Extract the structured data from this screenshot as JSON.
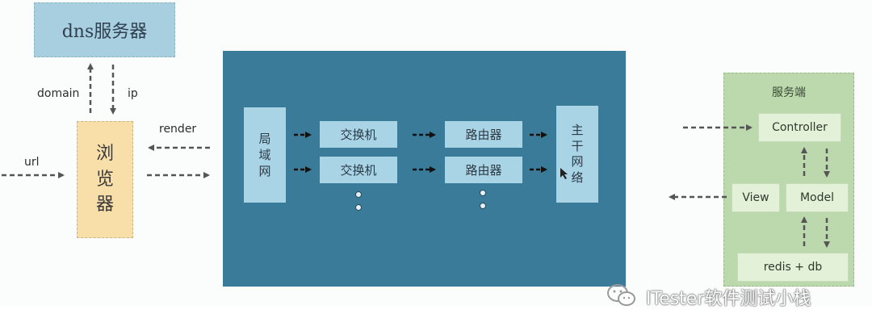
{
  "dns": {
    "label": "dns服务器"
  },
  "browser": {
    "chars": [
      "浏",
      "览",
      "器"
    ]
  },
  "labels": {
    "domain": "domain",
    "ip": "ip",
    "url": "url",
    "render": "render"
  },
  "network": {
    "lan_chars": [
      "局",
      "域",
      "网"
    ],
    "switch_label": "交换机",
    "router_label": "路由器",
    "backbone_chars": [
      "主",
      "干",
      "网",
      "络"
    ]
  },
  "server": {
    "title": "服务端",
    "controller": "Controller",
    "view": "View",
    "model": "Model",
    "storage": "redis + db"
  },
  "watermark": {
    "text": "ITester软件测试小栈"
  },
  "colors": {
    "network_bg": "#3b7b9a",
    "node_fill": "#a9d4e6",
    "dns_fill": "#a8cfe0",
    "browser_fill": "#f8dfa9",
    "server_fill": "#bcd9ad"
  }
}
